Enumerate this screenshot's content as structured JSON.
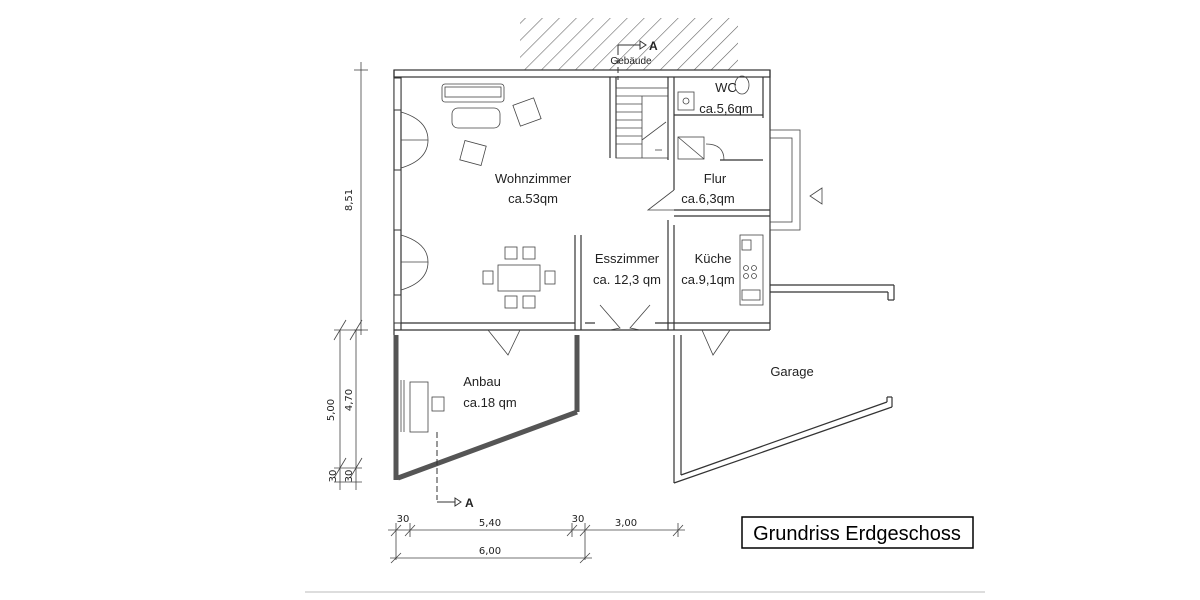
{
  "title": "Grundriss Erdgeschoss",
  "rooms": {
    "wohnzimmer": {
      "name": "Wohnzimmer",
      "area": "ca.53qm"
    },
    "esszimmer": {
      "name": "Esszimmer",
      "area": "ca. 12,3 qm"
    },
    "kueche": {
      "name": "Küche",
      "area": "ca.9,1qm"
    },
    "flur": {
      "name": "Flur",
      "area": "ca.6,3qm"
    },
    "wc": {
      "name": "WC",
      "area": "ca.5,6qm"
    },
    "anbau": {
      "name": "Anbau",
      "area": "ca.18 qm"
    },
    "garage": {
      "name": "Garage"
    },
    "gebaeude": {
      "name": "Gebäude"
    }
  },
  "section_marker": "A",
  "dimensions": {
    "horizontal": [
      "30",
      "5,40",
      "30",
      "3,00"
    ],
    "horizontal_total": "6,00",
    "vertical": [
      "8,51",
      "4,70",
      "5,00",
      "30",
      "30"
    ]
  },
  "colors": {
    "wall": "#333333",
    "annex_wall": "#555555",
    "hatch": "#666666"
  }
}
